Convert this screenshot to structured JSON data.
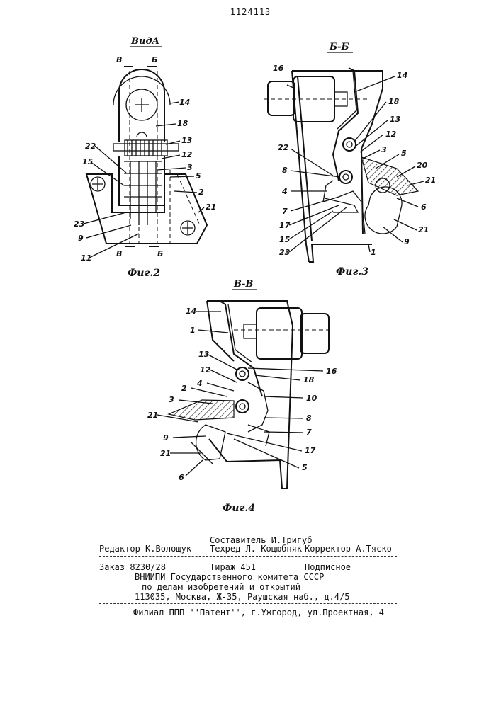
{
  "patent_number": "1124113",
  "figures": {
    "fig2": {
      "caption": "Фиг.2",
      "view_title": "ВидА",
      "section_marks": [
        "В",
        "Б",
        "В",
        "Б"
      ],
      "callouts": [
        "14",
        "18",
        "13",
        "22",
        "12",
        "15",
        "3",
        "5",
        "2",
        "21",
        "23",
        "9",
        "11"
      ]
    },
    "fig3": {
      "caption": "Фиг.3",
      "section_title": "Б-Б",
      "callouts": [
        "16",
        "14",
        "18",
        "13",
        "12",
        "22",
        "3",
        "5",
        "8",
        "20",
        "21",
        "4",
        "6",
        "7",
        "17",
        "21",
        "9",
        "15",
        "23",
        "1"
      ]
    },
    "fig4": {
      "caption": "Фиг.4",
      "section_title": "В-В",
      "callouts": [
        "14",
        "1",
        "16",
        "13",
        "18",
        "12",
        "4",
        "10",
        "2",
        "3",
        "8",
        "21",
        "7",
        "9",
        "17",
        "21",
        "5",
        "6"
      ]
    }
  },
  "imprint": {
    "compiler": "Составитель И.Тригуб",
    "editor": "Редактор К.Волощук",
    "tech_editor": "Техред Л. Коцюбняк",
    "proofreader": "Корректор А.Тяско",
    "order": "Заказ 8230/28",
    "circulation": "Тираж 451",
    "subscription": "Подписное",
    "org_line1": "ВНИИПИ Государственного комитета СССР",
    "org_line2": "по делам изобретений и открытий",
    "address": "113035, Москва, Ж-35, Раушская наб., д.4/5",
    "branch": "Филиал ППП ''Патент'', г.Ужгород, ул.Проектная, 4"
  }
}
